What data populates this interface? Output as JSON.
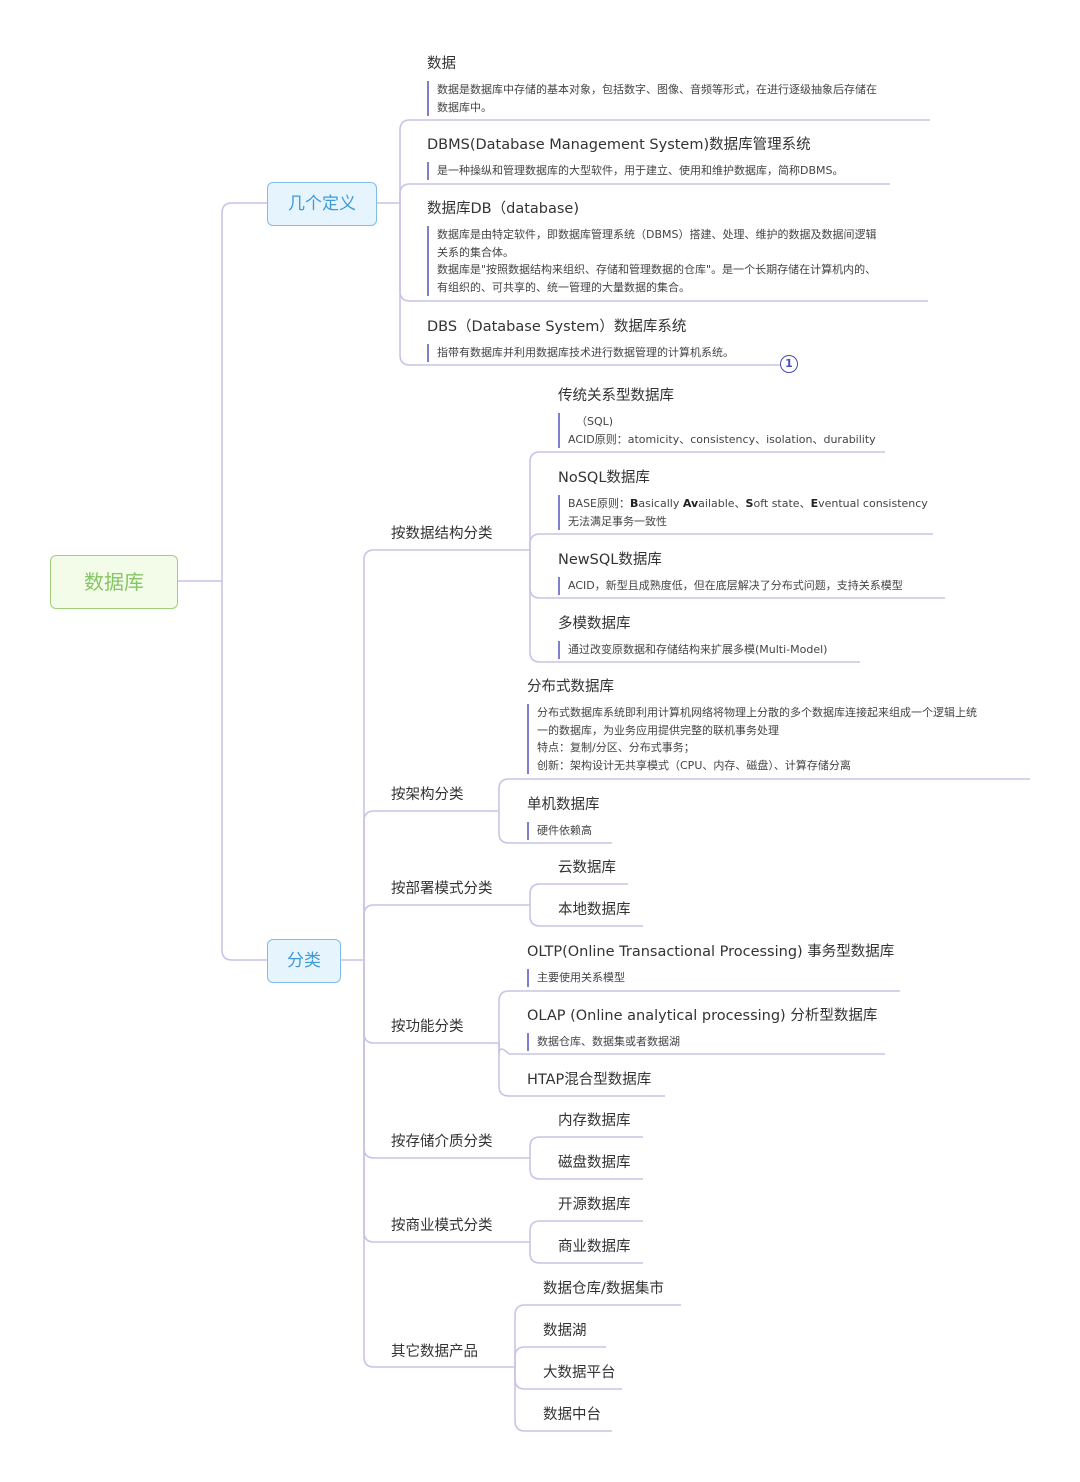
{
  "root": "数据库",
  "branches": [
    {
      "label": "几个定义",
      "children": [
        {
          "title": "数据",
          "note": [
            "数据是数据库中存储的基本对象，包括数字、图像、音频等形式，在进行逐级抽象后存储在",
            "数据库中。"
          ]
        },
        {
          "title": "DBMS(Database Management System)数据库管理系统",
          "note": [
            "是一种操纵和管理数据库的大型软件，用于建立、使用和维护数据库，简称DBMS。"
          ]
        },
        {
          "title": "数据库DB（database)",
          "note": [
            "数据库是由特定软件，即数据库管理系统（DBMS）搭建、处理、维护的数据及数据间逻辑",
            "关系的集合体。",
            "数据库是\"按照数据结构来组织、存储和管理数据的仓库\"。是一个长期存储在计算机内的、",
            "有组织的、可共享的、统一管理的大量数据的集合。"
          ]
        },
        {
          "title": "DBS（Database System）数据库系统",
          "note": [
            "指带有数据库并利用数据库技术进行数据管理的计算机系统。"
          ]
        }
      ],
      "badge": "1"
    },
    {
      "label": "分类",
      "children": [
        {
          "label": "按数据结构分类",
          "children": [
            {
              "title": "传统关系型数据库",
              "note": [
                "（SQL)",
                "ACID原则：atomicity、consistency、isolation、durability"
              ]
            },
            {
              "title": "NoSQL数据库",
              "note_parts": [
                [
                  "BASE原则：",
                  ""
                ],
                [
                  "B",
                  "b"
                ],
                [
                  "asically  ",
                  ""
                ],
                [
                  "Av",
                  "b"
                ],
                [
                  "ailable、",
                  ""
                ],
                [
                  "S",
                  "b"
                ],
                [
                  "oft state、",
                  ""
                ],
                [
                  "E",
                  "b"
                ],
                [
                  "ventual  consistency",
                  ""
                ]
              ],
              "note": [
                "无法满足事务一致性"
              ]
            },
            {
              "title": "NewSQL数据库",
              "note": [
                "ACID，新型且成熟度低，但在底层解决了分布式问题，支持关系模型"
              ]
            },
            {
              "title": "多模数据库",
              "note": [
                "通过改变原数据和存储结构来扩展多模(Multi-Model)"
              ]
            }
          ]
        },
        {
          "label": "按架构分类",
          "children": [
            {
              "title": "分布式数据库",
              "note": [
                "分布式数据库系统即利用计算机网络将物理上分散的多个数据库连接起来组成一个逻辑上统",
                "一的数据库，为业务应用提供完整的联机事务处理",
                "特点：复制/分区、分布式事务；",
                "创新：架构设计无共享模式（CPU、内存、磁盘）、计算存储分离"
              ]
            },
            {
              "title": "单机数据库",
              "note": [
                "硬件依赖高"
              ]
            }
          ]
        },
        {
          "label": "按部署模式分类",
          "children": [
            {
              "title": "云数据库"
            },
            {
              "title": "本地数据库"
            }
          ]
        },
        {
          "label": "按功能分类",
          "children": [
            {
              "title": "OLTP(Online Transactional Processing) 事务型数据库",
              "note": [
                "主要使用关系模型"
              ]
            },
            {
              "title": "OLAP (Online analytical  processing) 分析型数据库",
              "note": [
                "数据仓库、数据集或者数据湖"
              ]
            },
            {
              "title": "HTAP混合型数据库"
            }
          ]
        },
        {
          "label": "按存储介质分类",
          "children": [
            {
              "title": "内存数据库"
            },
            {
              "title": "磁盘数据库"
            }
          ]
        },
        {
          "label": "按商业模式分类",
          "children": [
            {
              "title": "开源数据库"
            },
            {
              "title": "商业数据库"
            }
          ]
        },
        {
          "label": "其它数据产品",
          "children": [
            {
              "title": "数据仓库/数据集市"
            },
            {
              "title": "数据湖"
            },
            {
              "title": "大数据平台"
            },
            {
              "title": "数据中台"
            }
          ]
        }
      ]
    }
  ],
  "colors": {
    "root_border": "#9fd07b",
    "root_text": "#86c565",
    "main_border": "#7fbde6",
    "main_text": "#3f9ad8",
    "connector": "#c9c3e6",
    "note_bar": "#7f7fd0"
  }
}
